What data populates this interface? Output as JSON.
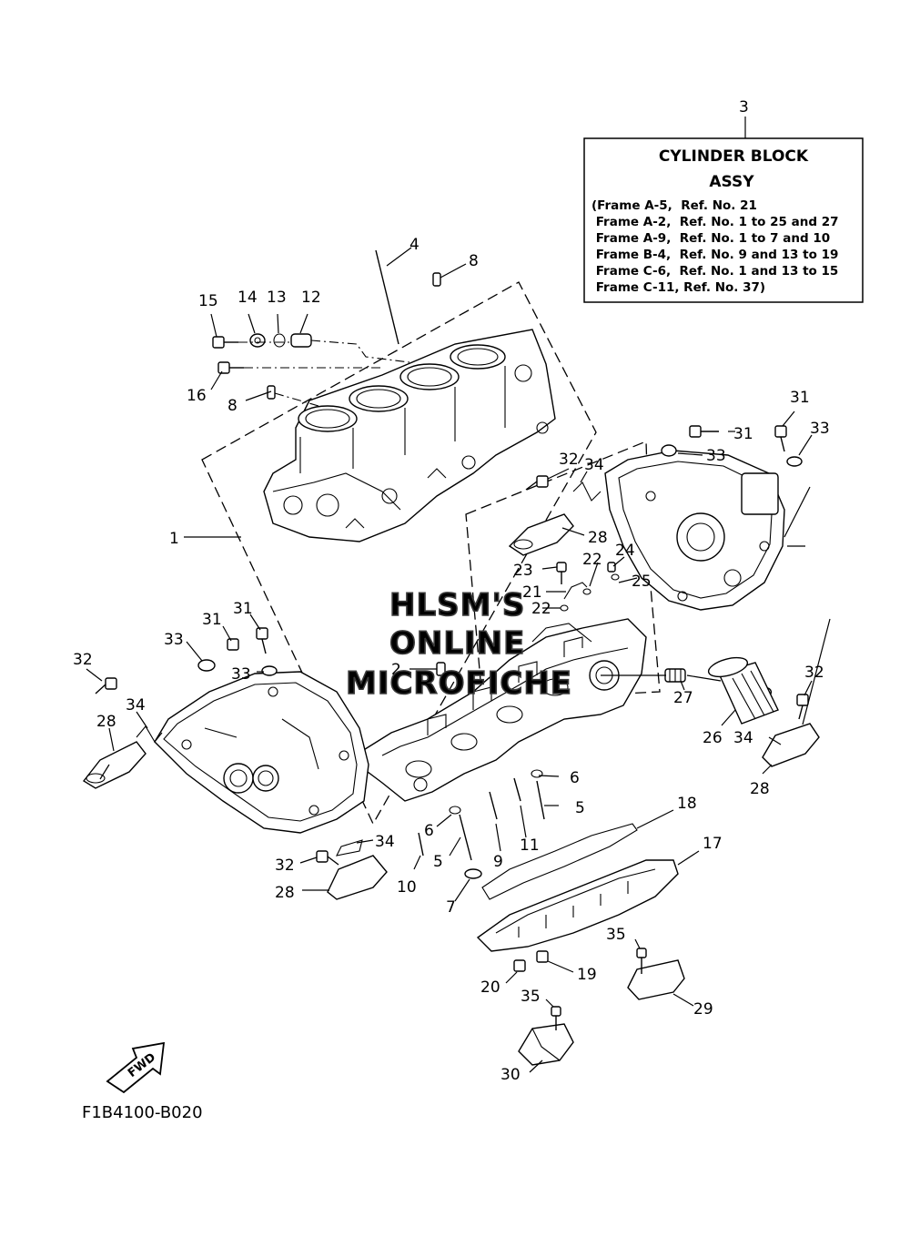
{
  "info_box": {
    "ref_number": "3",
    "title_line1": "CYLINDER BLOCK",
    "title_line2": "ASSY",
    "refs": [
      "(Frame A-5,  Ref. No. 21",
      " Frame A-2,  Ref. No. 1 to 25 and 27",
      " Frame A-9,  Ref. No. 1 to 7 and 10",
      " Frame B-4,  Ref. No. 9 and 13 to 19",
      " Frame C-6,  Ref. No. 1 and 13 to 15",
      " Frame C-11, Ref. No. 37)"
    ]
  },
  "watermark": {
    "line1": "HLSM'S",
    "line2": "ONLINE",
    "line3": "MICROFICHE"
  },
  "fwd_label": "FWD",
  "diagram_code": "F1B4100-B020",
  "callouts": {
    "c1": "1",
    "c2": "2",
    "c4": "4",
    "c5a": "5",
    "c5b": "5",
    "c6a": "6",
    "c6b": "6",
    "c7": "7",
    "c8a": "8",
    "c8b": "8",
    "c9": "9",
    "c10": "10",
    "c11": "11",
    "c12": "12",
    "c13": "13",
    "c14": "14",
    "c15": "15",
    "c16": "16",
    "c17": "17",
    "c18": "18",
    "c19": "19",
    "c20": "20",
    "c21": "21",
    "c22a": "22",
    "c22b": "22",
    "c23": "23",
    "c24": "24",
    "c25": "25",
    "c26": "26",
    "c27": "27",
    "c28a": "28",
    "c28b": "28",
    "c28c": "28",
    "c28d": "28",
    "c29": "29",
    "c30": "30",
    "c31a": "31",
    "c31b": "31",
    "c31c": "31",
    "c31d": "31",
    "c32a": "32",
    "c32b": "32",
    "c32c": "32",
    "c32d": "32",
    "c33a": "33",
    "c33b": "33",
    "c33c": "33",
    "c33d": "33",
    "c34a": "34",
    "c34b": "34",
    "c34c": "34",
    "c34d": "34",
    "c35a": "35",
    "c35b": "35"
  }
}
